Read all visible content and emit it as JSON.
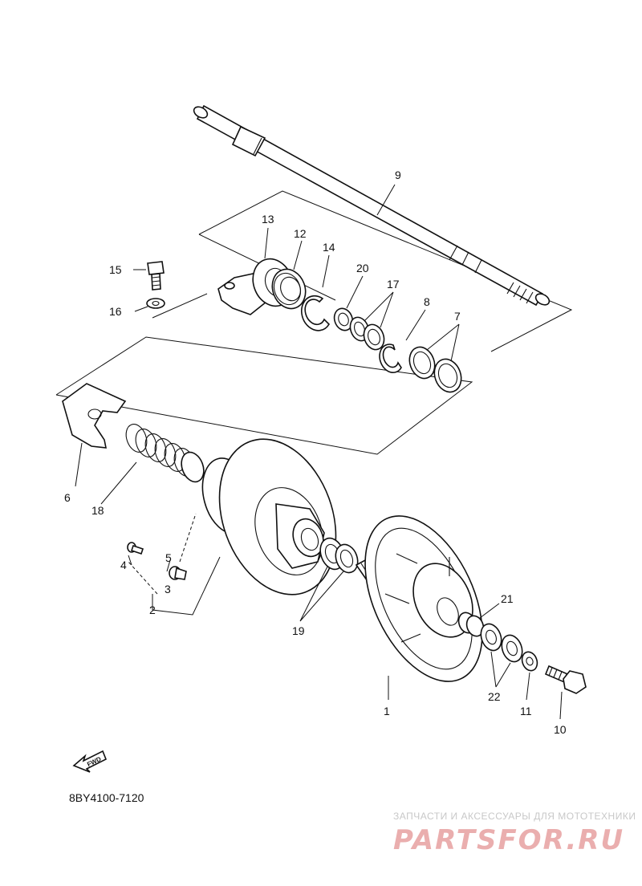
{
  "diagram": {
    "code": "8BY4100-7120",
    "fwd_label": "FWD",
    "labels": {
      "p1": "1",
      "p2": "2",
      "p3": "3",
      "p4": "4",
      "p5": "5",
      "p6": "6",
      "p7": "7",
      "p8": "8",
      "p9": "9",
      "p10": "10",
      "p11": "11",
      "p12": "12",
      "p13": "13",
      "p14": "14",
      "p15": "15",
      "p16": "16",
      "p17": "17",
      "p18": "18",
      "p19": "19",
      "p20": "20",
      "p21": "21",
      "p22": "22"
    }
  },
  "watermark": {
    "tagline": "ЗАПЧАСТИ И АКСЕССУАРЫ ДЛЯ МОТОТЕХНИКИ",
    "logo": "PARTSFOR.RU",
    "logo_color": "#d96b6b"
  }
}
